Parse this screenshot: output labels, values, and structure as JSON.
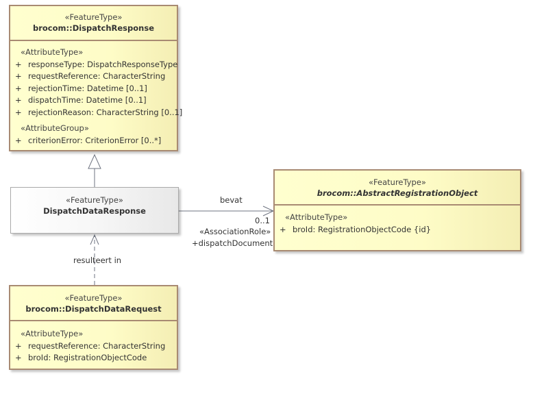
{
  "classes": {
    "dispatch_response": {
      "stereotype": "«FeatureType»",
      "name": "brocom::DispatchResponse",
      "groups": [
        {
          "stereotype": "«AttributeType»",
          "attributes": [
            {
              "visibility": "+",
              "text": "responseType: DispatchResponseType"
            },
            {
              "visibility": "+",
              "text": "requestReference: CharacterString"
            },
            {
              "visibility": "+",
              "text": "rejectionTime: Datetime [0..1]"
            },
            {
              "visibility": "+",
              "text": "dispatchTime: Datetime [0..1]"
            },
            {
              "visibility": "+",
              "text": "rejectionReason: CharacterString [0..1]"
            }
          ]
        },
        {
          "stereotype": "«AttributeGroup»",
          "attributes": [
            {
              "visibility": "+",
              "text": "criterionError: CriterionError [0..*]"
            }
          ]
        }
      ]
    },
    "dispatch_data_response": {
      "stereotype": "«FeatureType»",
      "name": "DispatchDataResponse"
    },
    "abstract_registration_object": {
      "stereotype": "«FeatureType»",
      "name": "brocom::AbstractRegistrationObject",
      "groups": [
        {
          "stereotype": "«AttributeType»",
          "attributes": [
            {
              "visibility": "+",
              "text": "broId: RegistrationObjectCode {id}"
            }
          ]
        }
      ]
    },
    "dispatch_data_request": {
      "stereotype": "«FeatureType»",
      "name": "brocom::DispatchDataRequest",
      "groups": [
        {
          "stereotype": "«AttributeType»",
          "attributes": [
            {
              "visibility": "+",
              "text": "requestReference: CharacterString"
            },
            {
              "visibility": "+",
              "text": "broId: RegistrationObjectCode"
            }
          ]
        }
      ]
    }
  },
  "connectors": {
    "association": {
      "name": "bevat",
      "multiplicity": "0..1",
      "role_stereotype": "«AssociationRole»",
      "role_name": "+dispatchDocument"
    },
    "dependency": {
      "name": "resulteert in"
    }
  },
  "colors": {
    "class_fill": "#fefcc7",
    "class_border": "#a88a72",
    "plain_class_fill": "#f2f2f2",
    "connector": "#6e7380"
  }
}
